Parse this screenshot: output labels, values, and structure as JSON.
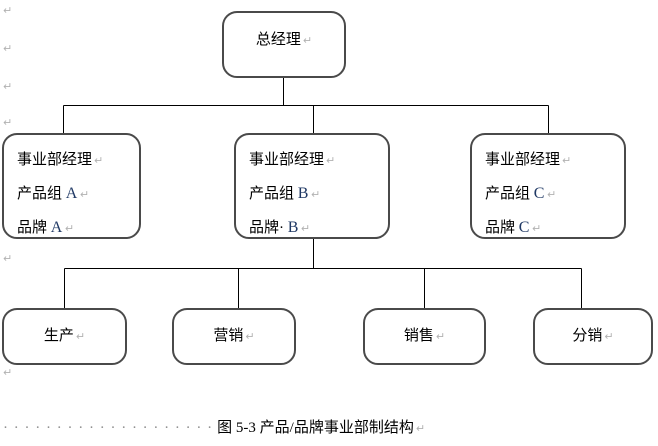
{
  "diagram": {
    "root": {
      "label": "总经理"
    },
    "division_boxes": [
      {
        "line1": "事业部经理",
        "line2_prefix": "产品组",
        "line2_letter": "A",
        "line3_prefix": "品牌",
        "line3_letter": "A"
      },
      {
        "line1": "事业部经理",
        "line2_prefix": "产品组",
        "line2_letter": "B",
        "line3_prefix": "品牌·",
        "line3_letter": "B"
      },
      {
        "line1": "事业部经理",
        "line2_prefix": "产品组",
        "line2_letter": "C",
        "line3_prefix": "品牌",
        "line3_letter": "C"
      }
    ],
    "function_boxes": [
      {
        "label": "生产"
      },
      {
        "label": "营销"
      },
      {
        "label": "销售"
      },
      {
        "label": "分销"
      }
    ]
  },
  "caption": {
    "leader_dots": "· · · · · · · · · · · · · · · · · · · ·",
    "text": "图 5-3 产品/品牌事业部制结构"
  },
  "formatting_marks": {
    "paragraph_mark": "↵"
  },
  "colors": {
    "letter_accent": "#1f3864",
    "box_border": "#4a4a4a",
    "connector": "#000000",
    "formatting_mark": "#b2b2b2"
  }
}
